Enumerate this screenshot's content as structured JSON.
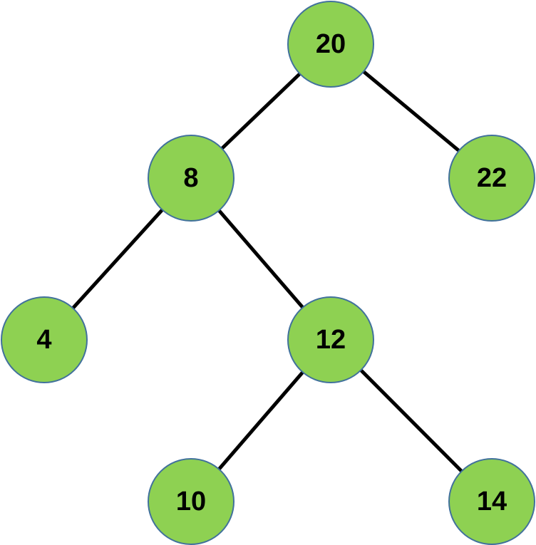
{
  "diagram": {
    "type": "binary-tree",
    "colors": {
      "node_fill": "#8ED152",
      "node_border": "#41719C",
      "edge": "#000000",
      "label": "#000000"
    },
    "nodes": [
      {
        "id": "n20",
        "label": "20"
      },
      {
        "id": "n8",
        "label": "8"
      },
      {
        "id": "n22",
        "label": "22"
      },
      {
        "id": "n4",
        "label": "4"
      },
      {
        "id": "n12",
        "label": "12"
      },
      {
        "id": "n10",
        "label": "10"
      },
      {
        "id": "n14",
        "label": "14"
      }
    ],
    "edges": [
      {
        "from": "n20",
        "to": "n8"
      },
      {
        "from": "n20",
        "to": "n22"
      },
      {
        "from": "n8",
        "to": "n4"
      },
      {
        "from": "n8",
        "to": "n12"
      },
      {
        "from": "n12",
        "to": "n10"
      },
      {
        "from": "n12",
        "to": "n14"
      }
    ]
  }
}
